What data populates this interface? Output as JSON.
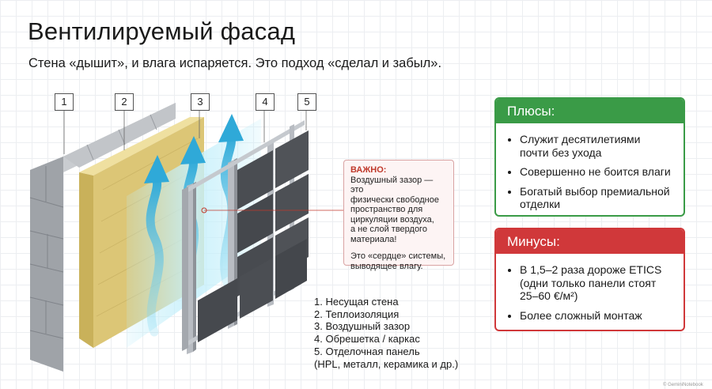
{
  "title": "Вентилируемый фасад",
  "subtitle": "Стена «дышит», и влага испаряется. Это подход «сделал и забыл».",
  "layer_numbers": [
    "1",
    "2",
    "3",
    "4",
    "5"
  ],
  "callout": {
    "warning_label": "ВАЖНО:",
    "lines1": [
      "Воздушный зазор — это",
      "физически свободное",
      "пространство для",
      "циркуляции воздуха,",
      "а не слой твердого",
      "материала!"
    ],
    "lines2": [
      "Это «сердце» системы,",
      "выводящее влагу."
    ]
  },
  "legend": [
    "1. Несущая стена",
    "2. Теплоизоляция",
    "3. Воздушный зазор",
    "4. Обрешетка / каркас",
    "5. Отделочная панель",
    "(HPL, металл, керамика и др.)"
  ],
  "pros": {
    "title": "Плюсы:",
    "items": [
      "Служит десятилетиями почти без ухода",
      "Совершенно не боится влаги",
      "Богатый выбор премиальной отделки"
    ]
  },
  "cons": {
    "title": "Минусы:",
    "items": [
      "В 1,5–2 раза дороже ETICS (одни только панели стоят 25–60 €/м²)",
      "Более сложный монтаж"
    ]
  },
  "colors": {
    "pros": "#3a9b47",
    "cons": "#d0383a",
    "warning": "#c0392b",
    "concrete": "#a7abb0",
    "insulation": "#d9c36b",
    "panel": "#4a4d52",
    "airflow": "#4fc3e6"
  },
  "footer": "© GeminiNotebook"
}
